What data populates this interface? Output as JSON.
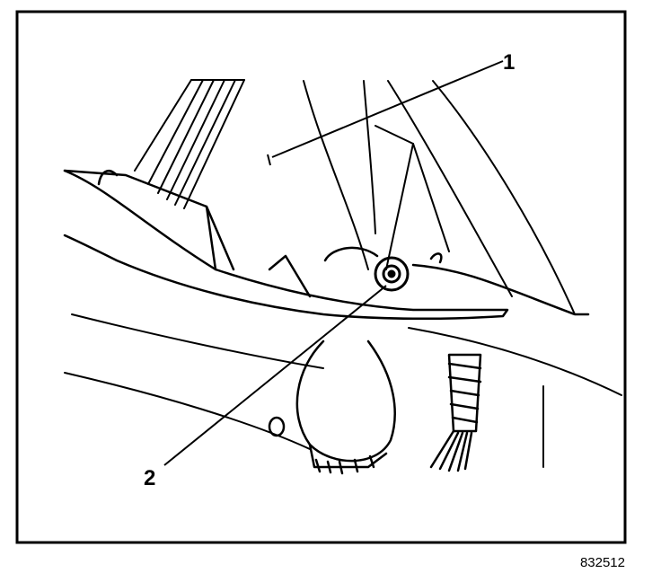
{
  "diagram": {
    "callouts": [
      {
        "id": "1",
        "label": "1"
      },
      {
        "id": "2",
        "label": "2"
      }
    ],
    "figure_code": "832512",
    "colors": {
      "ink": "#000000",
      "paper": "#ffffff"
    }
  }
}
